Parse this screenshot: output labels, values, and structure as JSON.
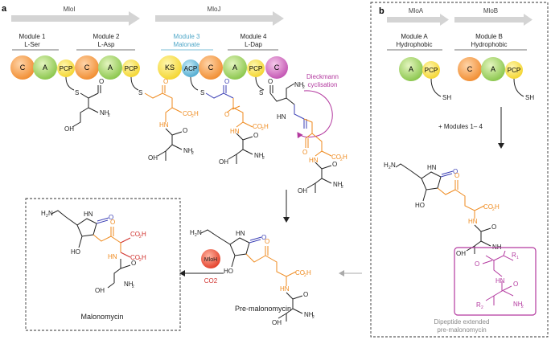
{
  "panel_a": {
    "label": "a",
    "enzymes": [
      "MloI",
      "MloJ"
    ],
    "modules": [
      {
        "name": "Module 1",
        "substrate": "L-Ser"
      },
      {
        "name": "Module 2",
        "substrate": "L-Asp"
      },
      {
        "name": "Module 3",
        "substrate": "Malonate"
      },
      {
        "name": "Module 4",
        "substrate": "L-Dap"
      }
    ],
    "domains": [
      "C",
      "A",
      "PCP",
      "C",
      "A",
      "PCP",
      "KS",
      "ACP",
      "C",
      "A",
      "PCP",
      "C"
    ],
    "cyclisation_label": [
      "Dieckmann",
      "cyclisation"
    ],
    "enzyme_mloh": "MloH",
    "co2_label": "CO2",
    "final_label": "Malonomycin",
    "intermediate_label": "Pre-malonomycin"
  },
  "panel_b": {
    "label": "b",
    "enzymes": [
      "MloA",
      "MloB"
    ],
    "modules": [
      {
        "name": "Module A",
        "substrate": "Hydrophobic"
      },
      {
        "name": "Module B",
        "substrate": "Hydrophobic"
      }
    ],
    "domains": [
      "A",
      "PCP",
      "C",
      "A",
      "PCP"
    ],
    "plus_modules": "+ Modules 1– 4",
    "product_label": [
      "Dipeptide extended",
      "pre-malonomycin"
    ]
  },
  "colors": {
    "orange": "#ef8a1e",
    "blue": "#3b3fb5",
    "magenta": "#b3399f",
    "red": "#d0312d",
    "teal": "#4fa7c8",
    "gray_arrow": "#c7c7c7"
  }
}
